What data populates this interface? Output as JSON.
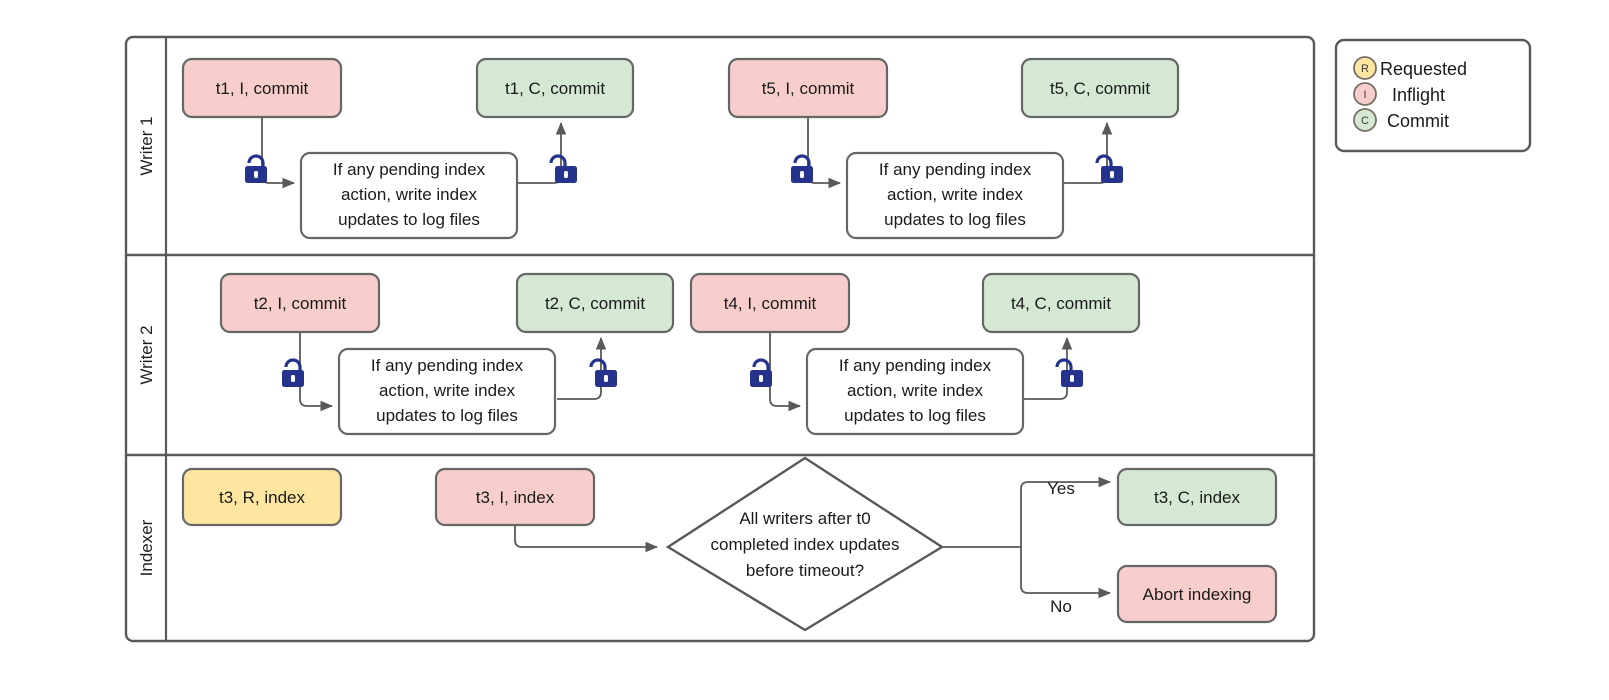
{
  "diagram": {
    "title": "Writer / Indexer swimlane flow",
    "colors": {
      "inflight": "#f8cecc",
      "commit": "#d5e8d4",
      "requested": "#ffe6a0",
      "stroke": "#595959",
      "lock": "#26338c",
      "background": "#ffffff"
    },
    "lanes": [
      {
        "id": "writer-1",
        "label": "Writer 1",
        "nodes": [
          {
            "id": "w1-t1-i",
            "label": "t1, I, commit",
            "state": "inflight"
          },
          {
            "id": "w1-t1-c",
            "label": "t1, C, commit",
            "state": "commit"
          },
          {
            "id": "w1-t5-i",
            "label": "t5, I, commit",
            "state": "inflight"
          },
          {
            "id": "w1-t5-c",
            "label": "t5, C, commit",
            "state": "commit"
          }
        ],
        "process_boxes": [
          {
            "id": "w1-proc-1",
            "lines": [
              "If any pending index",
              "action, write index",
              "updates to log files"
            ]
          },
          {
            "id": "w1-proc-2",
            "lines": [
              "If any pending index",
              "action, write index",
              "updates to log files"
            ]
          }
        ],
        "locks": [
          {
            "id": "w1-lock-1",
            "kind": "locked"
          },
          {
            "id": "w1-lock-2",
            "kind": "unlocked"
          },
          {
            "id": "w1-lock-3",
            "kind": "locked"
          },
          {
            "id": "w1-lock-4",
            "kind": "unlocked"
          }
        ]
      },
      {
        "id": "writer-2",
        "label": "Writer 2",
        "nodes": [
          {
            "id": "w2-t2-i",
            "label": "t2, I, commit",
            "state": "inflight"
          },
          {
            "id": "w2-t2-c",
            "label": "t2, C, commit",
            "state": "commit"
          },
          {
            "id": "w2-t4-i",
            "label": "t4, I, commit",
            "state": "inflight"
          },
          {
            "id": "w2-t4-c",
            "label": "t4, C, commit",
            "state": "commit"
          }
        ],
        "process_boxes": [
          {
            "id": "w2-proc-1",
            "lines": [
              "If any pending index",
              "action, write index",
              "updates to log files"
            ]
          },
          {
            "id": "w2-proc-2",
            "lines": [
              "If any pending index",
              "action, write index",
              "updates to log files"
            ]
          }
        ],
        "locks": [
          {
            "id": "w2-lock-1",
            "kind": "locked"
          },
          {
            "id": "w2-lock-2",
            "kind": "unlocked"
          },
          {
            "id": "w2-lock-3",
            "kind": "locked"
          },
          {
            "id": "w2-lock-4",
            "kind": "unlocked"
          }
        ]
      },
      {
        "id": "indexer",
        "label": "Indexer",
        "nodes": [
          {
            "id": "ix-t3-r",
            "label": "t3, R, index",
            "state": "requested"
          },
          {
            "id": "ix-t3-i",
            "label": "t3, I, index",
            "state": "inflight"
          },
          {
            "id": "ix-t3-c",
            "label": "t3, C, index",
            "state": "commit"
          },
          {
            "id": "ix-abort",
            "label": "Abort indexing",
            "state": "inflight"
          }
        ],
        "decision": {
          "id": "ix-decision",
          "lines": [
            "All writers after t0",
            "completed index updates",
            "before timeout?"
          ]
        },
        "branches": [
          {
            "id": "branch-yes",
            "label": "Yes",
            "target": "ix-t3-c"
          },
          {
            "id": "branch-no",
            "label": "No",
            "target": "ix-abort"
          }
        ]
      }
    ],
    "legend": {
      "id": "legend",
      "items": [
        {
          "badge": "R",
          "label": "Requested",
          "color": "#ffe6a0"
        },
        {
          "badge": "I",
          "label": "Inflight",
          "color": "#f8cecc"
        },
        {
          "badge": "C",
          "label": "Commit",
          "color": "#f8cecc"
        }
      ]
    }
  }
}
